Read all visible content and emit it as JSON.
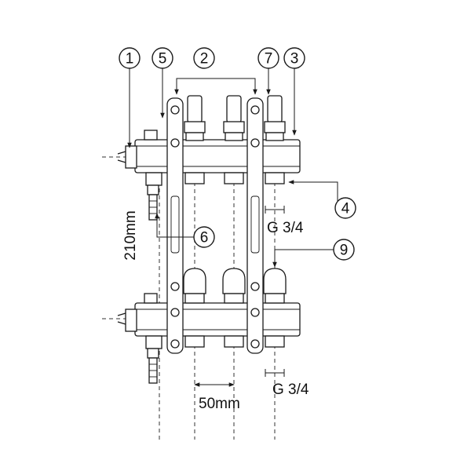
{
  "callouts": {
    "c1": "1",
    "c5": "5",
    "c2": "2",
    "c7": "7",
    "c3": "3",
    "c4": "4",
    "c6": "6",
    "c9": "9"
  },
  "dimensions": {
    "height": "210mm",
    "spacing": "50mm",
    "thread_top": "G 3/4",
    "thread_bottom": "G 3/4"
  }
}
